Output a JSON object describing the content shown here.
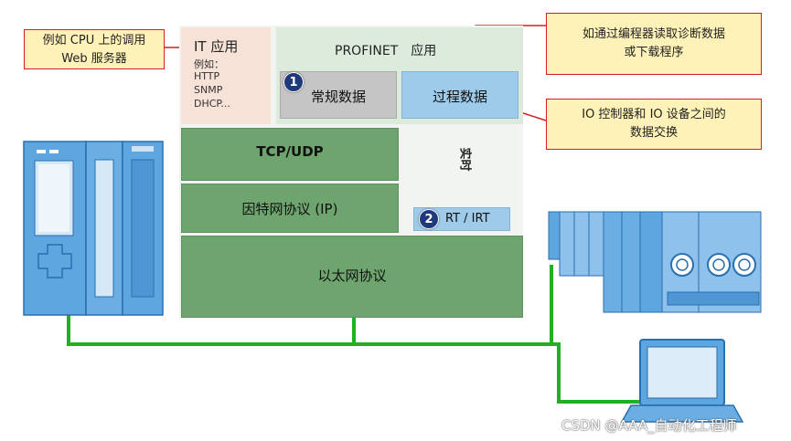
{
  "callouts": {
    "it_example_line1": "例如 CPU 上的调用",
    "it_example_line2": "Web 服务器",
    "programmer_line1": "如通过编程器读取诊断数据",
    "programmer_line2": "或下载程序",
    "io_exchange_line1": "IO 控制器和 IO 设备之间的",
    "io_exchange_line2": "数据交换"
  },
  "it_app": {
    "title": "IT 应用",
    "example_label": "例如：",
    "items": [
      "HTTP",
      "SNMP",
      "DHCP..."
    ]
  },
  "profinet": {
    "title": "PROFINET　应用",
    "normal_data": "常规数据",
    "process_data": "过程数据",
    "badge1": "1"
  },
  "layers": {
    "tcp_udp": "TCP/UDP",
    "ip": "因特网协议 (IP)",
    "ethernet": "以太网协议"
  },
  "realtime": {
    "arrow_label": "实时",
    "badge2": "2",
    "rt_label": "RT / IRT"
  },
  "colors": {
    "link_green": "#22b022",
    "callout_red": "#d62020",
    "device_blue": "#5ea6e0"
  },
  "watermark": "CSDN @AAA_自动化工程师"
}
